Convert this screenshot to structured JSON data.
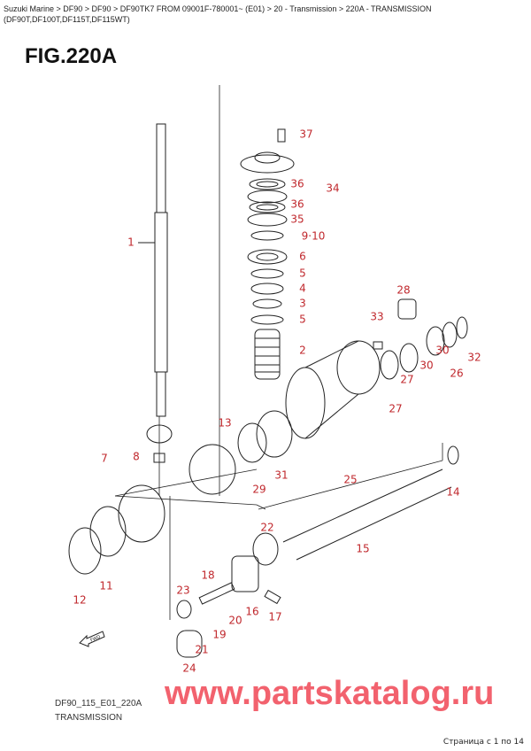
{
  "breadcrumb": "Suzuki Marine > DF90 > DF90 > DF90TK7 FROM 09001F-780001~ (E01) > 20 - Transmission > 220A - TRANSMISSION (DF90T,DF100T,DF115T,DF115WT)",
  "figure_title": "FIG.220A",
  "callouts": {
    "c37": "37",
    "c36a": "36",
    "c34": "34",
    "c36b": "36",
    "c35": "35",
    "c910": "9·10",
    "c6": "6",
    "c5a": "5",
    "c4": "4",
    "c3": "3",
    "c5b": "5",
    "c2": "2",
    "c28": "28",
    "c33": "33",
    "c32": "32",
    "c26": "26",
    "c30a": "30",
    "c30b": "30",
    "c27a": "27",
    "c27b": "27",
    "c1": "1",
    "c7": "7",
    "c8": "8",
    "c13": "13",
    "c31": "31",
    "c29": "29",
    "c25": "25",
    "c14": "14",
    "c22": "22",
    "c15": "15",
    "c12": "12",
    "c11": "11",
    "c18": "18",
    "c23": "23",
    "c16": "16",
    "c17": "17",
    "c20": "20",
    "c19": "19",
    "c21": "21",
    "c24": "24"
  },
  "fwd_label": "FWD",
  "watermark": "www.partskatalog.ru",
  "diagram_code": "DF90_115_E01_220A",
  "diagram_title": "TRANSMISSION",
  "pagination": "Страница с 1 по 14",
  "label_color": "#c0282d"
}
